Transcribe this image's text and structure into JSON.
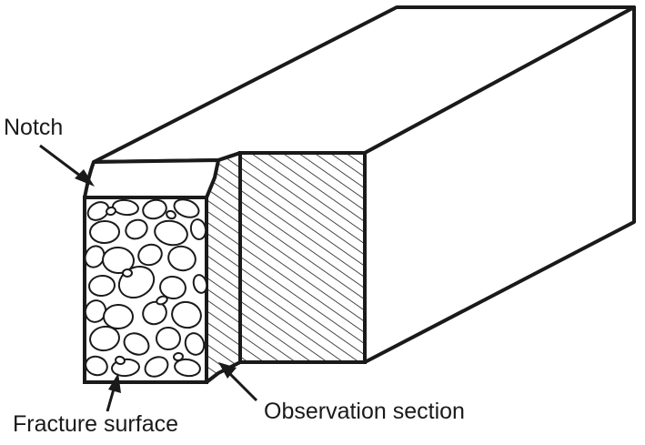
{
  "labels": {
    "notch": "Notch",
    "fracture_surface": "Fracture surface",
    "observation_section": "Observation section"
  },
  "colors": {
    "line": "#1a1a1a",
    "background": "#ffffff"
  }
}
